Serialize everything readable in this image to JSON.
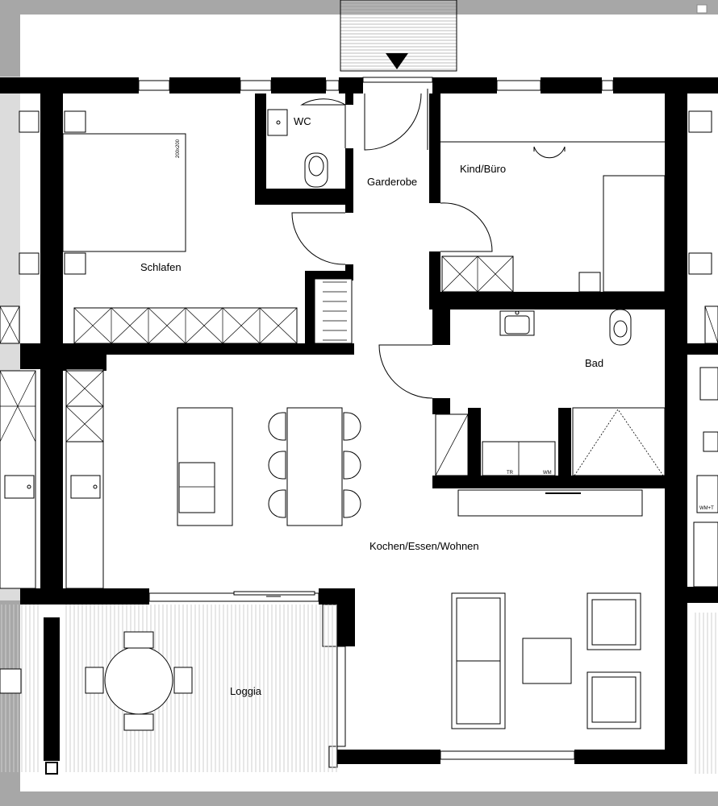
{
  "rooms": {
    "wc": "WC",
    "garderobe": "Garderobe",
    "kind_buero": "Kind/Büro",
    "schlafen": "Schlafen",
    "bad": "Bad",
    "kochen_essen_wohnen": "Kochen/Essen/Wohnen",
    "loggia": "Loggia"
  },
  "annotations": {
    "bed_size": "200x200",
    "dryer": "TR",
    "washer": "WM",
    "washer_dryer_neighbor": "WM+T"
  },
  "entrance": {
    "marker": "entrance-arrow"
  }
}
